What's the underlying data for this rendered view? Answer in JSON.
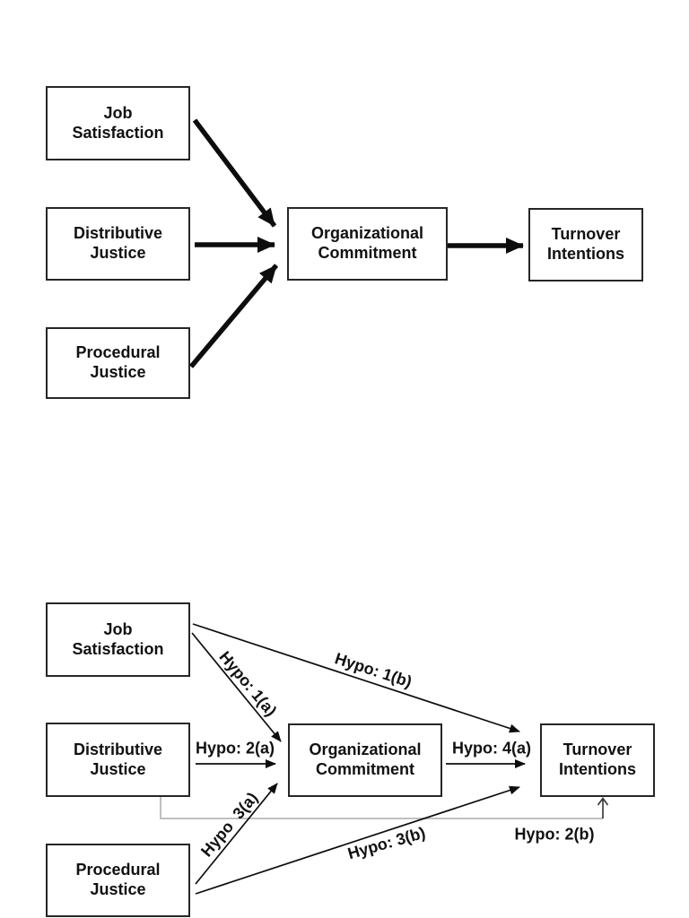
{
  "overview_model": {
    "boxes": {
      "job_satisfaction": "Job\nSatisfaction",
      "distributive_justice": "Distributive\nJustice",
      "procedural_justice": "Procedural\nJustice",
      "organizational_commitment": "Organizational\nCommitment",
      "turnover_intentions": "Turnover\nIntentions"
    }
  },
  "hypotheses_model": {
    "boxes": {
      "job_satisfaction": "Job\nSatisfaction",
      "distributive_justice": "Distributive\nJustice",
      "procedural_justice": "Procedural\nJustice",
      "organizational_commitment": "Organizational\nCommitment",
      "turnover_intentions": "Turnover\nIntentions"
    },
    "labels": {
      "h1a": "Hypo: 1(a)",
      "h1b": "Hypo: 1(b)",
      "h2a": "Hypo: 2(a)",
      "h3a": "Hypo  3(a)",
      "h4a": "Hypo: 4(a)",
      "h3b": "Hypo: 3(b)",
      "h2b": "Hypo: 2(b)"
    }
  },
  "colors": {
    "background": "#ffffff",
    "box_border": "#262626",
    "text": "#111111",
    "arrow_black": "#0d0d0d",
    "elbow_gray": "#c0c0c0",
    "elbow_arrow_dark": "#333333"
  }
}
